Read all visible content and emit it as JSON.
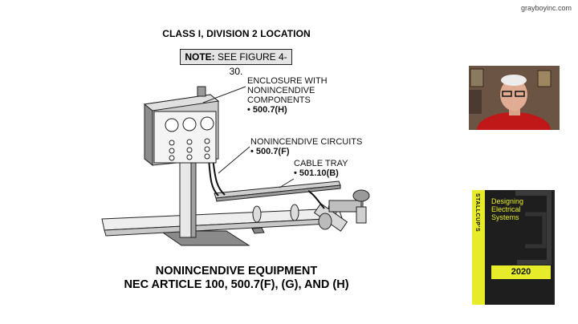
{
  "watermark": "grayboyinc.com",
  "slide": {
    "title": "CLASS I, DIVISION 2 LOCATION",
    "note_bold": "NOTE:",
    "note_rest": " SEE FIGURE 4-30.",
    "callouts": [
      {
        "line1": "ENCLOSURE WITH",
        "line2": "NONINCENDIVE COMPONENTS",
        "ref": "• 500.7(H)"
      },
      {
        "line1": "NONINCENDIVE CIRCUITS",
        "ref": "• 500.7(F)"
      },
      {
        "line1": "CABLE TRAY",
        "ref": "• 501.10(B)"
      }
    ],
    "caption_line1": "NONINCENDIVE EQUIPMENT",
    "caption_line2": "NEC ARTICLE 100, 500.7(F), (G), AND (H)"
  },
  "book": {
    "spine": "STALLCUP'S",
    "title_line1": "Designing",
    "title_line2": "Electrical",
    "title_line3": "Systems",
    "year": "2020"
  }
}
